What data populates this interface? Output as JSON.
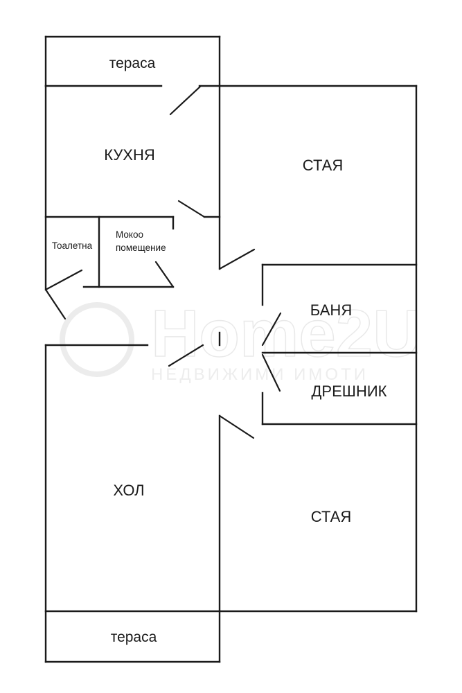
{
  "rooms": {
    "terrace_top": "тераса",
    "kitchen": "КУХНЯ",
    "room_top": "СТАЯ",
    "toilet": "Тоалетна",
    "wet_room_line1": "Мокоо",
    "wet_room_line2": "помещение",
    "bathroom": "БАНЯ",
    "closet": "ДРЕШНИК",
    "hall": "ХОЛ",
    "room_bottom": "СТАЯ",
    "terrace_bottom": "тераса"
  },
  "watermark": {
    "brand": "Home2U",
    "tagline": "НЕДВИЖИМИ ИМОТИ"
  }
}
